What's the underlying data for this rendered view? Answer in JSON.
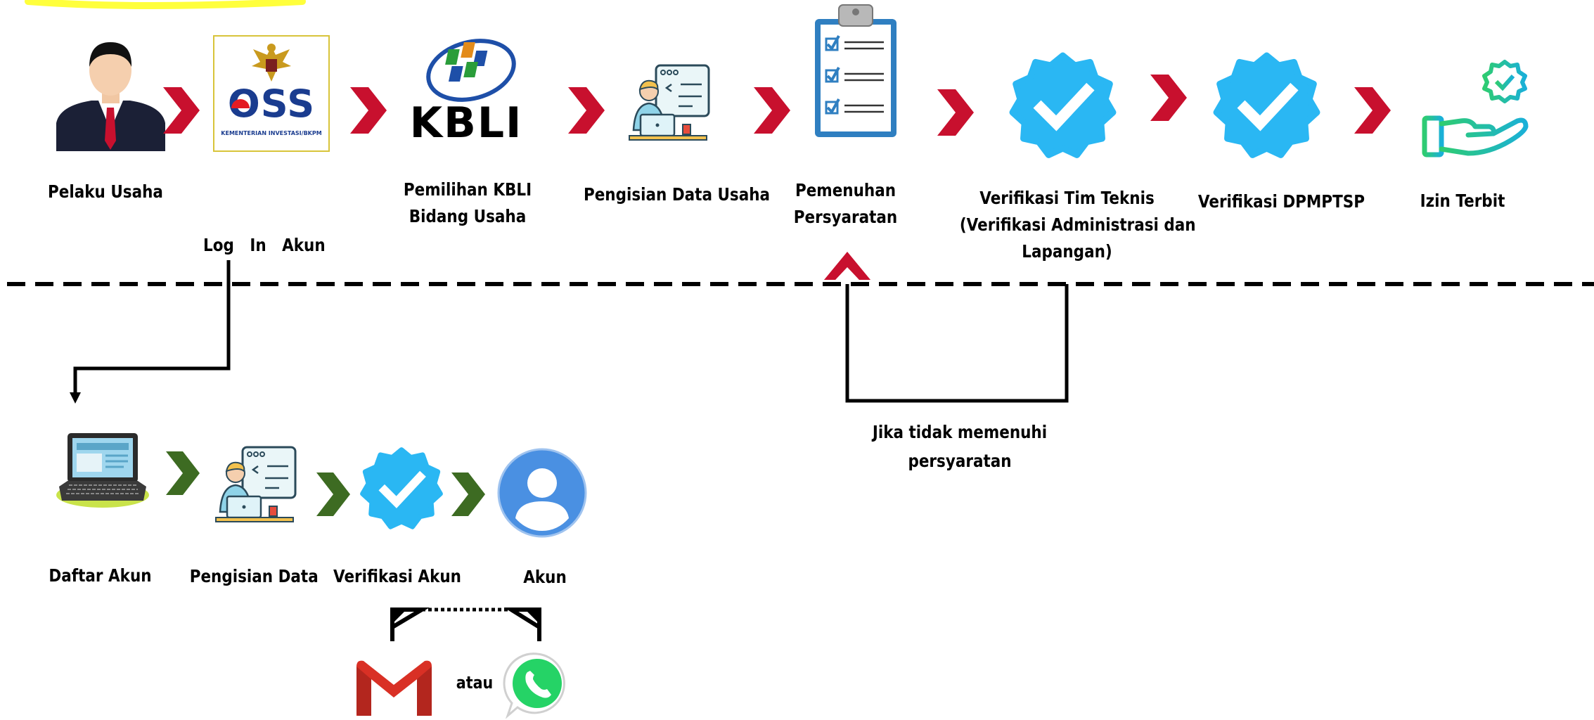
{
  "diagram": {
    "main_steps": [
      {
        "lines": [
          "Pelaku Usaha"
        ]
      },
      {
        "lines": [
          "Log   In   Akun"
        ]
      },
      {
        "lines": [
          "Pemilihan KBLI",
          "Bidang Usaha"
        ]
      },
      {
        "lines": [
          "Pengisian Data Usaha"
        ]
      },
      {
        "lines": [
          "Pemenuhan",
          "Persyaratan"
        ]
      },
      {
        "lines": [
          "Verifikasi Tim Teknis",
          "(Verifikasi Administrasi dan",
          "Lapangan)"
        ]
      },
      {
        "lines": [
          "Verifikasi DPMPTSP"
        ]
      },
      {
        "lines": [
          "Izin Terbit"
        ]
      }
    ],
    "sub_steps": [
      {
        "lines": [
          "Daftar Akun"
        ]
      },
      {
        "lines": [
          "Pengisian Data"
        ]
      },
      {
        "lines": [
          "Verifikasi Akun"
        ]
      },
      {
        "lines": [
          "Akun"
        ]
      }
    ],
    "logo_oss": {
      "text": "OSS",
      "subtext": "KEMENTERIAN INVESTASI/BKPM"
    },
    "logo_kbli": {
      "text": "KBLI"
    },
    "loop_note": {
      "lines": [
        "Jika tidak memenuhi",
        "persyaratan"
      ]
    },
    "verification_channel": {
      "connector": "atau"
    },
    "icons": {
      "user": "businessman-icon",
      "oss": "oss-logo",
      "kbli": "kbli-logo",
      "coder": "developer-at-laptop-icon",
      "checklist": "clipboard-checklist-icon",
      "verified": "verified-badge-icon",
      "permit": "hand-with-badge-icon",
      "laptop": "laptop-icon",
      "account": "account-circle-icon",
      "gmail": "gmail-icon",
      "whatsapp": "whatsapp-icon"
    },
    "colors": {
      "arrow_red": "#c8102e",
      "arrow_green": "#3d6b22",
      "verified_blue": "#2ab7f3",
      "account_blue": "#4a90e2",
      "highlight_yellow": "#ffff3c",
      "permit_green": "#2ecc71"
    }
  }
}
